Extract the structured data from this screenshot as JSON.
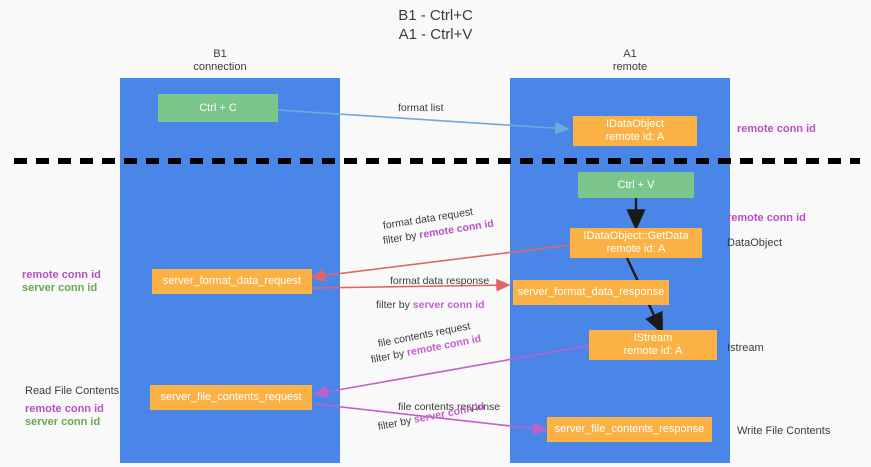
{
  "title": "B1 - Ctrl+C\nA1 - Ctrl+V",
  "columns": {
    "left": "B1\nconnection",
    "right": "A1\nremote"
  },
  "colors": {
    "lane": "#4a86e8",
    "green_box": "#7bc68a",
    "orange_box": "#fbb143",
    "remote_conn_id": "#b94fc4",
    "server_conn_id": "#6aa84f",
    "divider": "#000000",
    "arrow_format_list": "#6fa8dc",
    "arrow_format_data": "#e06666",
    "arrow_file_contents": "#c061cb",
    "arrow_black": "#1a1a1a"
  },
  "boxes": {
    "ctrl_c": "Ctrl + C",
    "ctrl_v": "Ctrl + V",
    "idataobject": "IDataObject\nremote id: A",
    "idataobject_getdata": "IDataObject::GetData\nremote id: A",
    "istream": "IStream\nremote id: A",
    "server_format_data_request": "server_format_data_request",
    "server_format_data_response": "server_format_data_response",
    "server_file_contents_request": "server_file_contents_request",
    "server_file_contents_response": "server_file_contents_response"
  },
  "edges": {
    "format_list": "format list",
    "format_data_request": "format data request",
    "format_data_request_filter_prefix": "filter by ",
    "format_data_request_filter_key": "remote conn id",
    "format_data_response": "format data response",
    "format_data_response_filter_prefix": "filter by ",
    "format_data_response_filter_key": "server conn id",
    "file_contents_request": "file contents request",
    "file_contents_request_filter_prefix": "filter by ",
    "file_contents_request_filter_key": "remote conn id",
    "file_contents_response": "file contents response",
    "file_contents_response_filter_prefix": "filter by ",
    "file_contents_response_filter_key": "server conn id"
  },
  "annotations": {
    "right_remote_conn_id_top": "remote conn id",
    "right_remote_conn_id_mid": "remote conn id",
    "right_dataobject": "DataObject",
    "right_istream": "Istream",
    "right_write_file_contents": "Write File Contents",
    "left_legend_remote": "remote conn id",
    "left_legend_server": "server conn id",
    "left_read_file_contents": "Read File Contents",
    "left_legend2_remote": "remote conn id",
    "left_legend2_server": "server conn id"
  }
}
